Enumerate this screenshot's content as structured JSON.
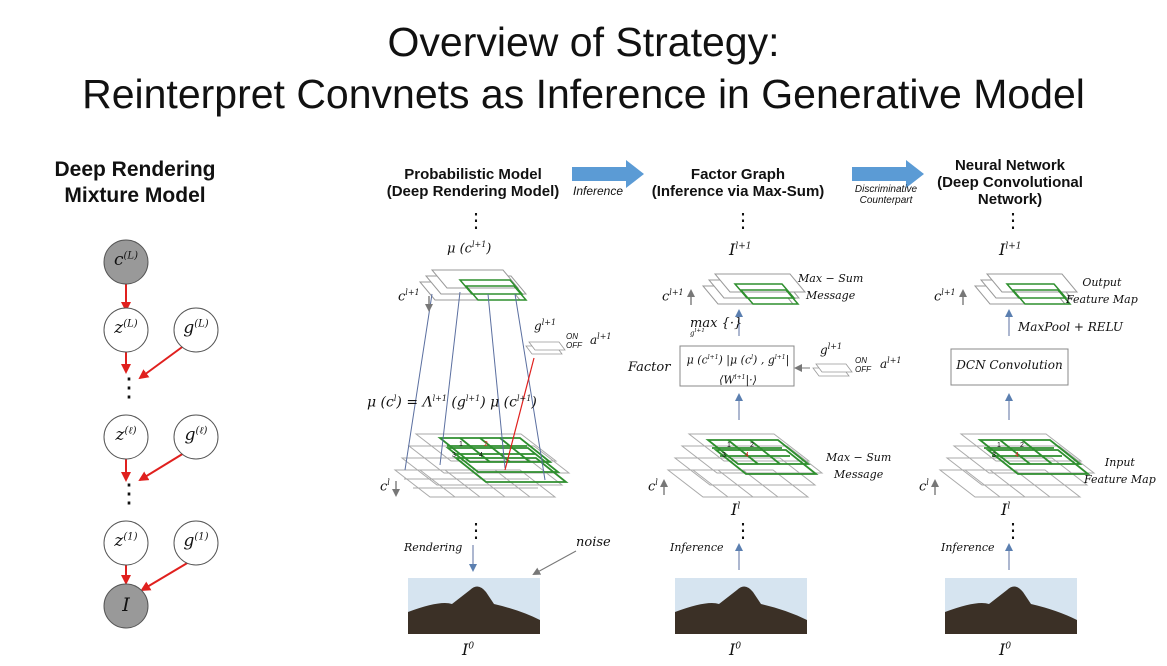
{
  "slide": {
    "title_line1": "Overview of Strategy:",
    "title_line2": "Reinterpret Convnets as Inference in Generative Model"
  },
  "left_panel": {
    "heading": "Deep Rendering Mixture Model",
    "nodes": {
      "c_top": "c(L)",
      "z_L": "z(L)",
      "g_L": "g(L)",
      "z_l": "z(ℓ)",
      "g_l": "g(ℓ)",
      "z_1": "z(1)",
      "g_1": "g(1)",
      "image": "I"
    },
    "ellipsis": "⋮"
  },
  "columns": {
    "probabilistic": {
      "title_line1": "Probabilistic Model",
      "title_line2": "(Deep Rendering Model)"
    },
    "factor": {
      "title_line1": "Factor Graph",
      "title_line2": "(Inference via Max-Sum)"
    },
    "neural": {
      "title_line1": "Neural Network",
      "title_line2": "(Deep Convolutional",
      "title_line3": "Network)"
    }
  },
  "arrows": {
    "inference_label": "Inference",
    "discriminative_line1": "Discriminative",
    "discriminative_line2": "Counterpart"
  },
  "diagram_labels": {
    "mu_top": "μ (c",
    "mu_top_sup": "l+1",
    "mu_top_close": ")",
    "c_l1": "c",
    "c_l1_sup": "l+1",
    "c_l": "c",
    "c_l_sup": "l",
    "g_l1": "g",
    "g_l1_sup": "l+1",
    "on": "ON",
    "off": "OFF",
    "a_l1": "a",
    "a_l1_sup": "l+1",
    "equation": "μ (c",
    "equation_sup": "l",
    "equation_rest": ") = Λ",
    "equation_lam_sup": "l+1",
    "equation_g": " (g",
    "equation_g_sup": "l+1",
    "equation_mu": ") μ (c",
    "equation_mu_sup": "l+1",
    "equation_end": ")",
    "rendering": "Rendering",
    "noise": "noise",
    "inference": "Inference",
    "I_top": "I",
    "I_top_sup": "l+1",
    "I_mid": "I",
    "I_mid_sup": "l",
    "I_zero": "I",
    "I_zero_sup": "0",
    "max_sum": "Max − Sum",
    "message": "Message",
    "max_op": "max {·}",
    "max_sub": "g",
    "max_sub_sup": "l+1",
    "factor_label": "Factor",
    "factor_box_line1": "μ (c",
    "factor_box_line1_b": ") |μ (c",
    "factor_box_line1_c": ") , g",
    "factor_box_line1_d": "|",
    "factor_box_line2": "⟨W",
    "factor_box_line2_b": "|·⟩",
    "output_line1": "Output",
    "output_line2": "Feature Map",
    "maxpool": "MaxPool + RELU",
    "dcn_conv": "DCN Convolution",
    "input_line1": "Input",
    "input_line2": "Feature Map",
    "cell_1": "1",
    "cell_2": "2",
    "cell_3": "3",
    "cell_4": "4"
  },
  "colors": {
    "red": "#e0201e",
    "green": "#2e8f2e",
    "blue_arrow": "#5b9bd5",
    "node_gray": "#999999"
  }
}
